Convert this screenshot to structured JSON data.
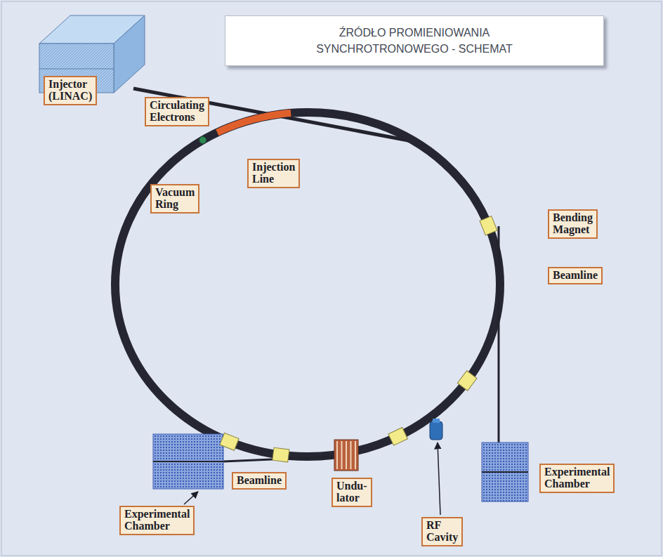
{
  "diagram": {
    "title": "ŹRÓDŁO PROMIENIOWANIA SYNCHROTRONOWEGO - SCHEMAT",
    "nodes": [
      {
        "text": [
          "Injector (LINAC)"
        ]
      },
      {
        "text": [
          "Injection Line"
        ]
      },
      {
        "text": [
          "Circulating Electrons"
        ]
      },
      {
        "text": [
          "Vacuum Ring"
        ]
      },
      {
        "text": [
          "Bending Magnet"
        ]
      },
      {
        "text": [
          "Beamline"
        ]
      },
      {
        "text": [
          "Beamline"
        ]
      },
      {
        "text": [
          "Undu- lator"
        ]
      },
      {
        "text": [
          "RF Cavity"
        ]
      },
      {
        "text": [
          "Experimental Chamber"
        ]
      },
      {
        "text": [
          "Experimental Chamber"
        ]
      }
    ]
  }
}
